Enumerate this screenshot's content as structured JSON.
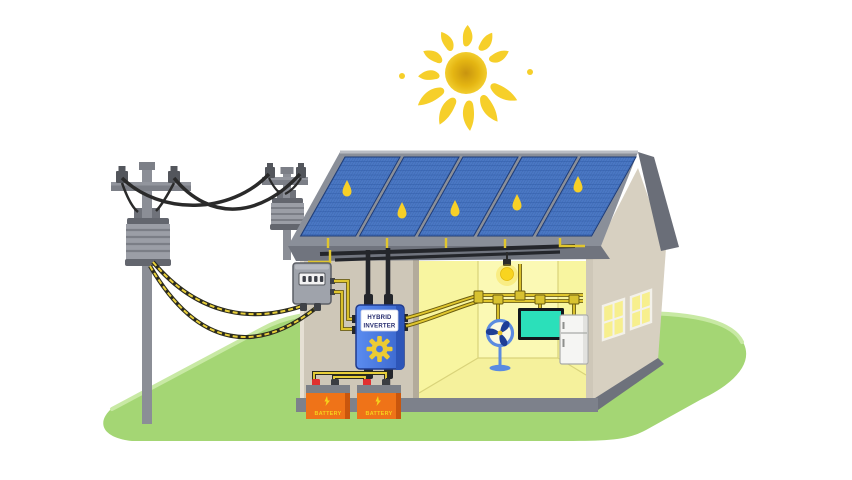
{
  "scene": {
    "type": "solar-energy-system-illustration",
    "background": "#ffffff"
  },
  "labels": {
    "inverter_line1": "HYBRID",
    "inverter_line2": "INVERTER",
    "battery_left": "BATTERY",
    "battery_right": "BATTERY"
  },
  "counts": {
    "solar_panels": 5,
    "batteries": 2,
    "utility_poles": 2,
    "transformers": 2,
    "gable_windows": 2,
    "meter_display_segments": 4,
    "panel_sun_glints": 5
  },
  "components": [
    "sun",
    "solar-panel-array",
    "pitched-roof",
    "house",
    "cutaway-room",
    "ceiling-light",
    "pedestal-fan",
    "television",
    "refrigerator",
    "energy-meter",
    "hybrid-inverter",
    "battery-bank",
    "utility-pole",
    "pole-transformer",
    "power-lines",
    "service-cables",
    "wire-conduits",
    "grass-platform",
    "gable-windows"
  ],
  "colors": {
    "sun_core": "#c8940f",
    "sun_edge": "#f6d335",
    "sun_ray": "#f6cf2a",
    "panel_blue": "#4a77c4",
    "panel_grid": "#2f5aa8",
    "roof_gray": "#8a8f99",
    "roof_fascia": "#70747e",
    "wall_beige": "#d7d0c1",
    "front_wall": "#cec7b8",
    "interior_yellow": "#f8f5a0",
    "interior_back_wall": "#fbf9b4",
    "grass_green": "#a4d674",
    "grass_highlight": "#c8e9a4",
    "foundation_gray": "#7d818b",
    "inverter_blue": "#4677e0",
    "inverter_side": "#2d55b8",
    "gear_yellow": "#eccb33",
    "battery_orange": "#ef7318",
    "battery_text": "#f6d11c",
    "wire_yellow": "#e0c62e",
    "cable_black": "#24262b",
    "tv_screen": "#2be0ba",
    "fan_blue": "#5b8be0",
    "fan_blade": "#1e3e96",
    "window_yellow": "#f7ef8e",
    "meter_gray": "#9fa3ab",
    "bulb_yellow": "#f8d41f",
    "pole_gray": "#8b8e96"
  }
}
